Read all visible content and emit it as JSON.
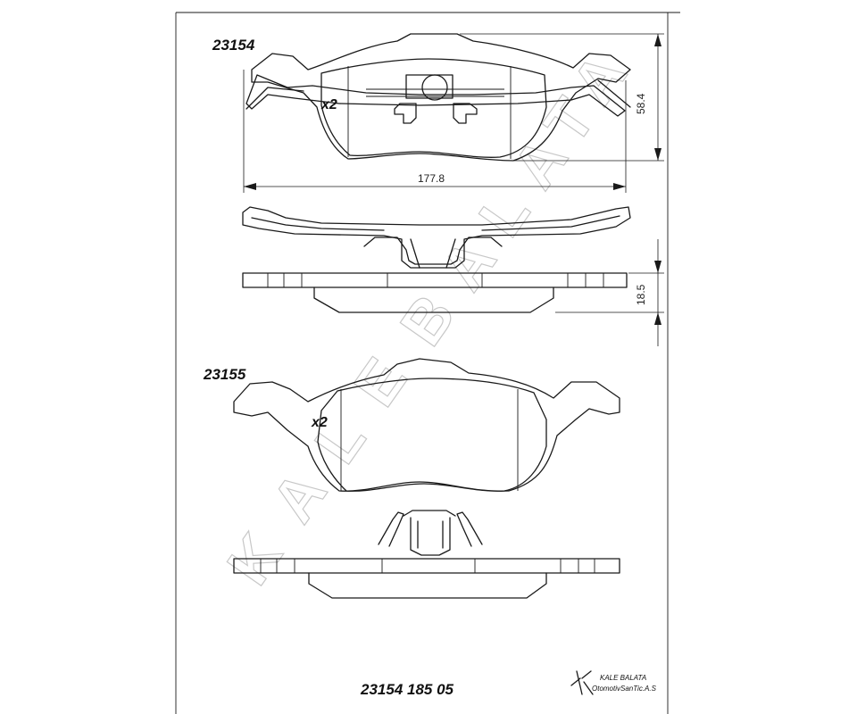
{
  "part_top": {
    "number": "23154",
    "quantity": "x2"
  },
  "part_bottom": {
    "number": "23155",
    "quantity": "x2"
  },
  "dimensions": {
    "width": "177.8",
    "height": "58.4",
    "thickness": "18.5"
  },
  "watermark": [
    "K",
    "A",
    "L",
    "E",
    "B",
    "A",
    "L",
    "A",
    "T",
    "A"
  ],
  "footer": {
    "reference": "23154 185 05"
  },
  "logo": {
    "line1": "KALE  BALATA",
    "line2": "OtomotivSanTic.A.S"
  }
}
